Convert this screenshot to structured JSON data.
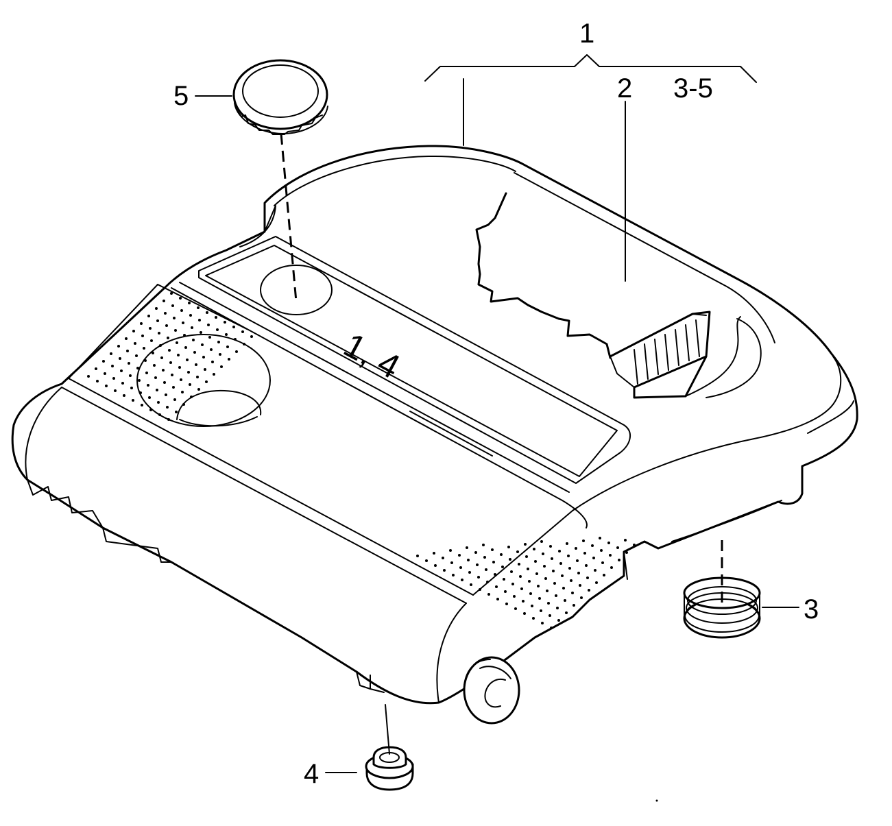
{
  "diagram": {
    "callouts": {
      "c1": "1",
      "c2": "2",
      "c3_5": "3-5",
      "c3": "3",
      "c4": "4",
      "c5": "5"
    },
    "embossing": "1, 4"
  }
}
